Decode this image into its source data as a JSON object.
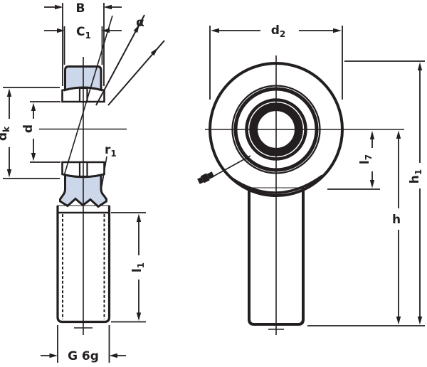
{
  "drawing_type": "technical-dimension-drawing",
  "subject": "rod-end-bearing-with-male-thread",
  "colors": {
    "line": "#231f20",
    "blue": "#cdd7ea",
    "background": "#ffffff"
  },
  "labels": {
    "B": {
      "main": "B",
      "sub": ""
    },
    "C1": {
      "main": "C",
      "sub": "1"
    },
    "alpha": {
      "main": "α",
      "sub": ""
    },
    "dk": {
      "main": "d",
      "sub": "k"
    },
    "d": {
      "main": "d",
      "sub": ""
    },
    "r1": {
      "main": "r",
      "sub": "1"
    },
    "l1": {
      "main": "l",
      "sub": "1"
    },
    "G": {
      "main": "G 6g",
      "sub": ""
    },
    "d2": {
      "main": "d",
      "sub": "2"
    },
    "l7": {
      "main": "l",
      "sub": "7"
    },
    "h": {
      "main": "h",
      "sub": ""
    },
    "h1": {
      "main": "h",
      "sub": "1"
    }
  }
}
